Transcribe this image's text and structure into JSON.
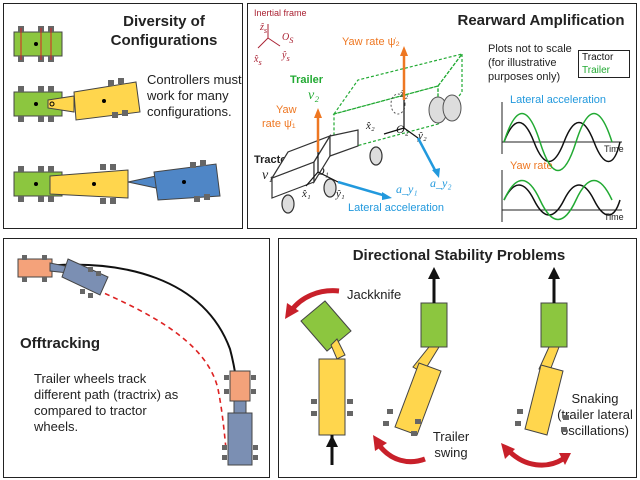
{
  "panels": {
    "diversity": {
      "title": "Diversity of Configurations",
      "text": "Controllers must work for many configurations."
    },
    "rearward": {
      "title": "Rearward Amplification",
      "inertial_frame": "Inertial frame",
      "frame_symbols": {
        "origin": "O",
        "origin_sub": "S",
        "x": "x̂",
        "y": "ŷ",
        "z": "ẑ",
        "sub": "s"
      },
      "yaw_rate_2": "Yaw rate ψ̇₂",
      "yaw_rate_1_line1": "Yaw",
      "yaw_rate_1_line2": "rate ψ̇₁",
      "trailer_label": "Trailer",
      "trailer_v": "v₂",
      "tractor_label": "Tractor",
      "tractor_v": "v₁",
      "o1": "O₁",
      "o2": "O₂",
      "z1": "ẑ₁",
      "z2": "ẑ₂",
      "x1": "x̂₁",
      "x2": "x̂₂",
      "y1": "ŷ₁",
      "y2": "ŷ₂",
      "ay1": "a_y₁",
      "ay2": "a_y₂",
      "lateral_accel_label": "Lateral acceleration",
      "plots_note": "Plots not to scale (for illustrative purposes only)",
      "legend": {
        "tractor": "Tractor",
        "trailer": "Trailer"
      },
      "plot1_title": "Lateral acceleration",
      "plot2_title": "Yaw rate",
      "time_label": "Time",
      "colors": {
        "tractor": "#111111",
        "trailer": "#22aa33",
        "yaw": "#ee7722",
        "accel": "#2299dd",
        "frame": "#aa2233"
      }
    },
    "offtracking": {
      "title": "Offtracking",
      "text": "Trailer wheels track different path (tractrix) as compared to tractor wheels."
    },
    "stability": {
      "title": "Directional Stability Problems",
      "jackknife": "Jackknife",
      "trailer_swing": "Trailer swing",
      "snaking": "Snaking (trailer lateral oscillations)"
    }
  },
  "colors": {
    "green": "#8cc63f",
    "yellow": "#ffd64d",
    "blue": "#4f86c6",
    "orange": "#f4a27a",
    "slate": "#7b8fb3",
    "red_arrow": "#c8202a"
  }
}
